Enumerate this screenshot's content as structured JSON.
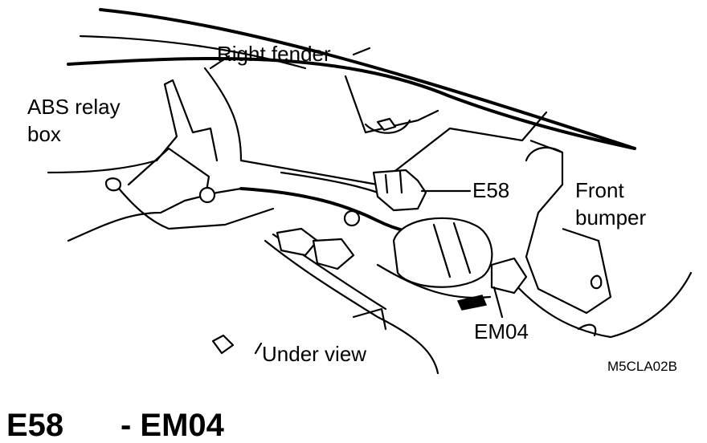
{
  "diagram": {
    "labels": {
      "right_fender": "Right fender",
      "abs_relay_box_line1": "ABS relay",
      "abs_relay_box_line2": "box",
      "e58": "E58",
      "front_bumper_line1": "Front",
      "front_bumper_line2": "bumper",
      "em04": "EM04",
      "under_view": "Under view"
    },
    "figure_code": "M5CLA02B"
  },
  "caption": {
    "connector_a": "E58",
    "connector_b": "- EM04"
  }
}
